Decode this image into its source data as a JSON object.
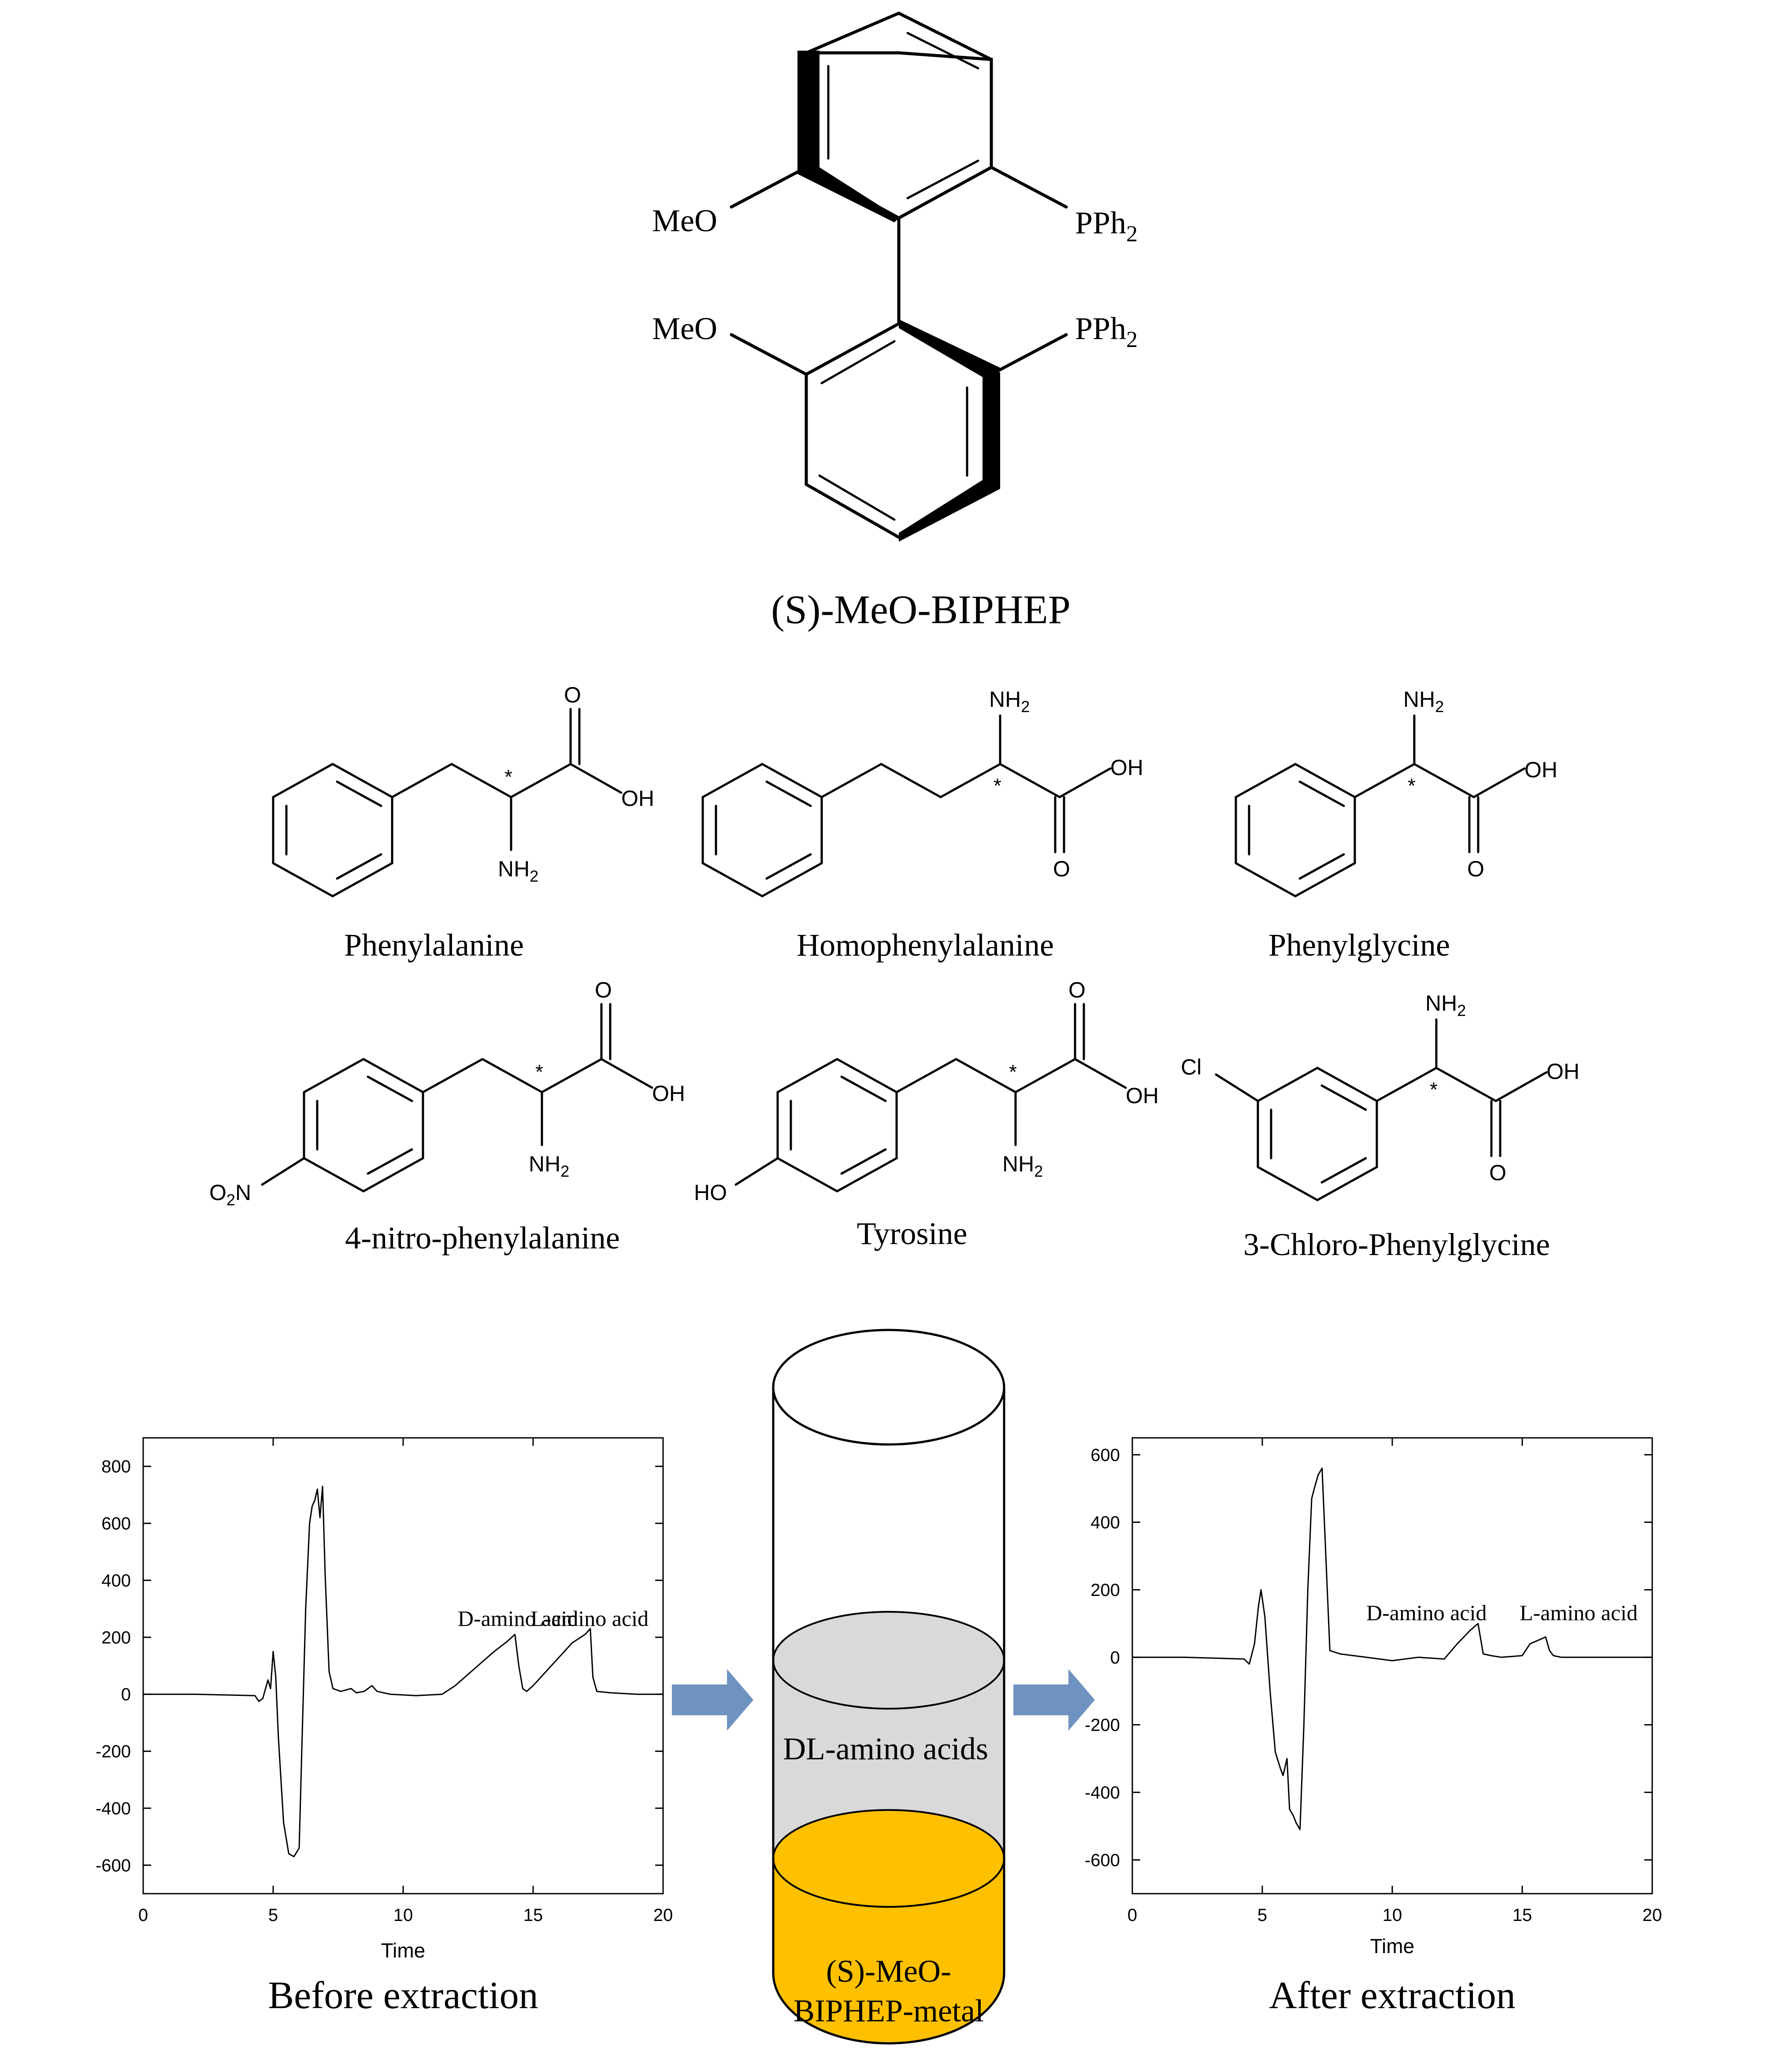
{
  "catalyst": {
    "name": "(S)-MeO-BIPHEP",
    "labels": {
      "meo_top": "MeO",
      "meo_bottom": "MeO",
      "pph2_top": "PPh",
      "pph2_bottom": "PPh",
      "subscript": "2"
    }
  },
  "amino_acids": [
    {
      "name": "Phenylalanine",
      "groups": [
        "O",
        "OH",
        "NH",
        "2",
        "*"
      ]
    },
    {
      "name": "Homophenylalanine",
      "groups": [
        "NH",
        "2",
        "OH",
        "O",
        "*"
      ]
    },
    {
      "name": "Phenylglycine",
      "groups": [
        "NH",
        "2",
        "OH",
        "O",
        "*"
      ]
    },
    {
      "name": "4-nitro-phenylalanine",
      "groups": [
        "O",
        "OH",
        "NH",
        "2",
        "*",
        "O",
        "2",
        "N"
      ]
    },
    {
      "name": "Tyrosine",
      "groups": [
        "O",
        "OH",
        "NH",
        "2",
        "*",
        "HO"
      ]
    },
    {
      "name": "3-Chloro-Phenylglycine",
      "groups": [
        "NH",
        "2",
        "OH",
        "O",
        "*",
        "Cl"
      ]
    }
  ],
  "tube": {
    "upper_phase": "DL-amino acids",
    "lower_phase_line1": "(S)-MeO-",
    "lower_phase_line2": "BIPHEP-metal",
    "colors": {
      "upper": "#d9d9d9",
      "lower": "#ffc000",
      "arrow": "#6f93c0"
    }
  },
  "chart_data": [
    {
      "type": "line",
      "caption": "Before extraction",
      "xlabel": "Time",
      "ylabel": "",
      "xlim": [
        0,
        20
      ],
      "ylim": [
        -700,
        900
      ],
      "xticks": [
        0,
        5,
        10,
        15,
        20
      ],
      "yticks": [
        -600,
        -400,
        -200,
        0,
        200,
        400,
        600,
        800
      ],
      "annotations": [
        {
          "text": "D-amino acid",
          "x": 12.1,
          "y": 240
        },
        {
          "text": "L-amino acid",
          "x": 14.9,
          "y": 240
        }
      ],
      "series": [
        {
          "x": [
            0,
            2,
            4.3,
            4.45,
            4.6,
            4.8,
            4.9,
            5.0,
            5.1,
            5.2,
            5.4,
            5.6,
            5.8,
            6.0,
            6.1,
            6.25,
            6.4,
            6.5,
            6.6,
            6.7,
            6.8,
            6.9,
            7.0,
            7.15,
            7.3,
            7.6,
            8.0,
            8.2,
            8.5,
            8.8,
            9.0,
            9.5,
            10.5,
            11.5,
            12.0,
            12.5,
            13.0,
            13.5,
            14.0,
            14.3,
            14.45,
            14.6,
            14.75,
            15.0,
            15.5,
            16.0,
            16.5,
            17.0,
            17.2,
            17.3,
            17.45,
            18.0,
            19.0,
            20.0
          ],
          "y": [
            0,
            0,
            -5,
            -25,
            -15,
            50,
            20,
            150,
            60,
            -150,
            -450,
            -560,
            -570,
            -540,
            -200,
            300,
            600,
            660,
            680,
            720,
            620,
            730,
            420,
            80,
            20,
            10,
            20,
            5,
            10,
            30,
            10,
            0,
            -5,
            0,
            30,
            70,
            110,
            150,
            185,
            210,
            100,
            20,
            10,
            30,
            80,
            130,
            180,
            210,
            230,
            60,
            10,
            5,
            0,
            0
          ]
        }
      ]
    },
    {
      "type": "line",
      "caption": "After extraction",
      "xlabel": "Time",
      "ylabel": "",
      "xlim": [
        0,
        20
      ],
      "ylim": [
        -700,
        650
      ],
      "xticks": [
        0,
        5,
        10,
        15,
        20
      ],
      "yticks": [
        -600,
        -400,
        -200,
        0,
        200,
        400,
        600
      ],
      "annotations": [
        {
          "text": "D-amino acid",
          "x": 9.0,
          "y": 110
        },
        {
          "text": "L-amino acid",
          "x": 14.9,
          "y": 110
        }
      ],
      "series": [
        {
          "x": [
            0,
            2,
            4.3,
            4.5,
            4.7,
            4.85,
            4.95,
            5.1,
            5.3,
            5.5,
            5.7,
            5.8,
            5.95,
            6.05,
            6.2,
            6.3,
            6.45,
            6.6,
            6.75,
            6.9,
            7.0,
            7.15,
            7.3,
            7.6,
            8.0,
            9.0,
            10.0,
            11.0,
            12.0,
            12.5,
            13.0,
            13.3,
            13.5,
            13.8,
            14.2,
            15.0,
            15.3,
            15.6,
            15.9,
            16.05,
            16.2,
            16.5,
            18.0,
            20.0
          ],
          "y": [
            0,
            0,
            -5,
            -20,
            40,
            150,
            200,
            120,
            -100,
            -280,
            -330,
            -350,
            -300,
            -450,
            -470,
            -490,
            -510,
            -200,
            200,
            470,
            500,
            540,
            560,
            20,
            10,
            0,
            -10,
            0,
            -5,
            40,
            80,
            100,
            10,
            5,
            0,
            5,
            40,
            50,
            60,
            20,
            5,
            0,
            0,
            0
          ]
        }
      ]
    }
  ]
}
